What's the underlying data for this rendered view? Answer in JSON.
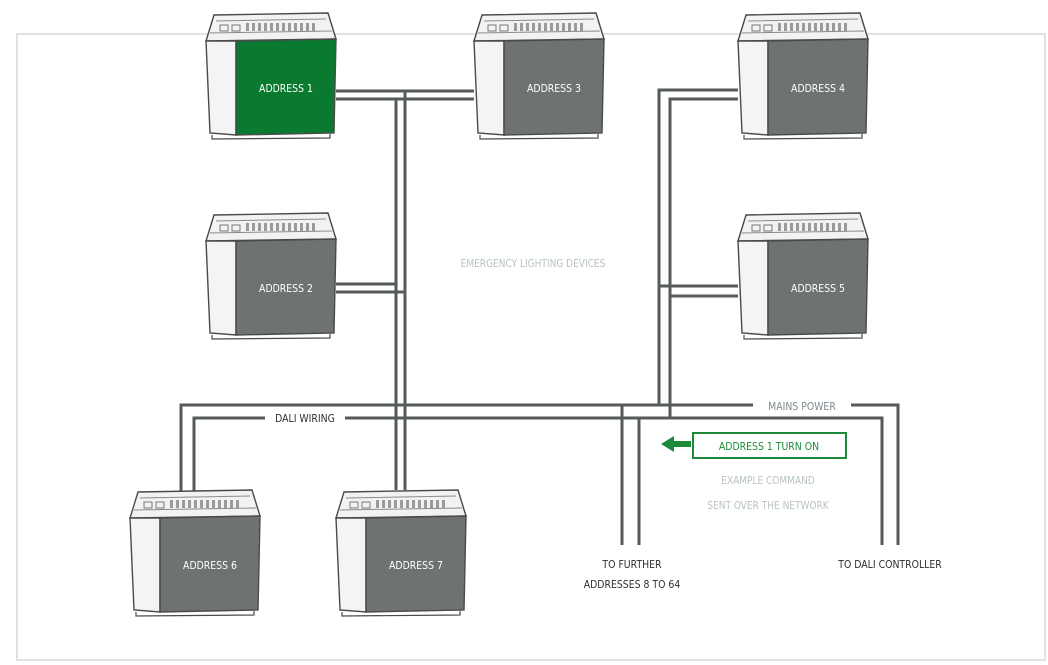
{
  "diagram": {
    "center_label": "EMERGENCY LIGHTING DEVICES",
    "devices": [
      {
        "id": "a1",
        "label": "ADDRESS 1",
        "highlighted": true
      },
      {
        "id": "a2",
        "label": "ADDRESS 2",
        "highlighted": false
      },
      {
        "id": "a3",
        "label": "ADDRESS 3",
        "highlighted": false
      },
      {
        "id": "a4",
        "label": "ADDRESS 4",
        "highlighted": false
      },
      {
        "id": "a5",
        "label": "ADDRESS 5",
        "highlighted": false
      },
      {
        "id": "a6",
        "label": "ADDRESS 6",
        "highlighted": false
      },
      {
        "id": "a7",
        "label": "ADDRESS 7",
        "highlighted": false
      }
    ],
    "wiring": {
      "dali_label": "DALI WIRING",
      "mains_label": "MAINS POWER"
    },
    "command": {
      "text": "ADDRESS 1 TURN ON",
      "caption_line1": "EXAMPLE COMMAND",
      "caption_line2": "SENT OVER THE NETWORK"
    },
    "further": {
      "line1": "TO FURTHER",
      "line2": "ADDRESSES 8 TO 64"
    },
    "controller": "TO DALI CONTROLLER"
  },
  "colors": {
    "device_body": "#6e7372",
    "device_highlight": "#0a7a30",
    "device_cap": "#f2f2f2",
    "device_outline": "#4a4a4a",
    "wire": "#555a5a",
    "accent_green": "#1d8a3a",
    "faint_text": "#b7c2c7",
    "frame": "#e2e2e2",
    "label_text": "#2e2e2e"
  }
}
